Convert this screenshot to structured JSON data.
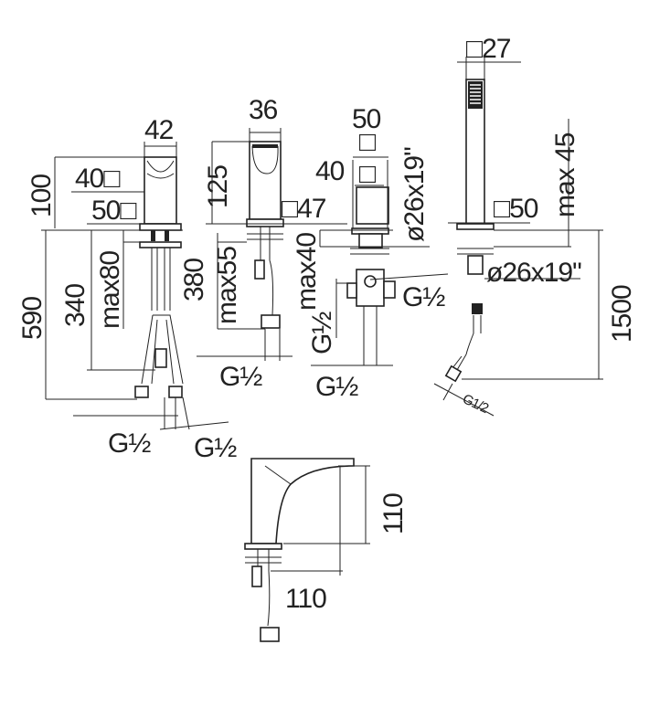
{
  "mixer_left": {
    "width": "42",
    "height": "100",
    "square_40": "40□",
    "square_50": "50□",
    "total_590": "590",
    "depth_340": "340",
    "max80": "max80",
    "depth_380": "380",
    "thread_a": "G½",
    "thread_b": "G½"
  },
  "mixer_right": {
    "width": "36",
    "height": "125",
    "square_47": "□47",
    "max55": "max55",
    "thread": "G½"
  },
  "diverter": {
    "width_50": "50",
    "square_a": "□",
    "width_40": "40",
    "square_b": "□",
    "hose": "ø26x19\"",
    "max40": "max40",
    "thread_side": "G½",
    "thread_right": "G½",
    "thread_bottom": "G½"
  },
  "hand_shower": {
    "square_27": "□27",
    "square_50": "□50",
    "max45": "max 45",
    "hose": "ø26x19\"",
    "length": "1500",
    "thread": "G1/2"
  },
  "spout": {
    "height": "110",
    "reach": "110"
  }
}
